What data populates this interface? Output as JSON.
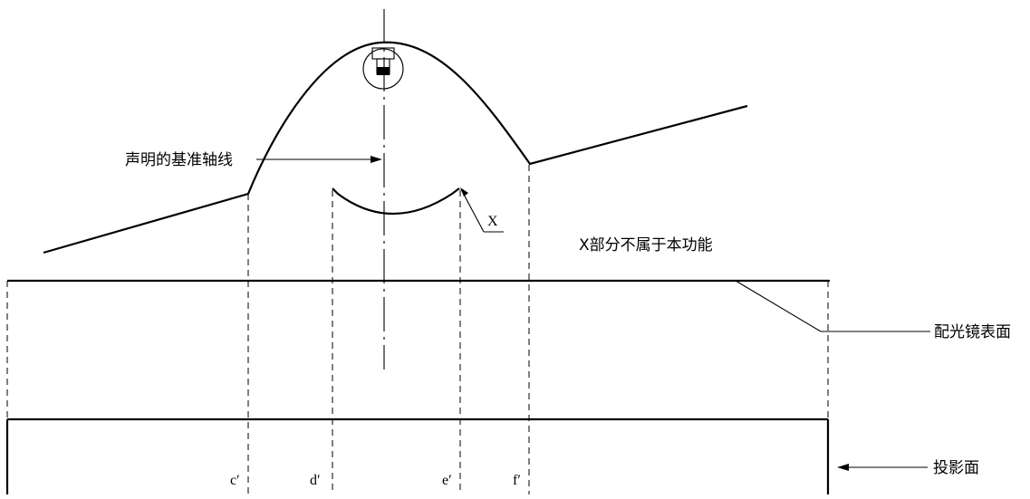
{
  "labels": {
    "reference_axis": "声明的基准轴线",
    "x_marker": "X",
    "x_note": "X部分不属于本功能",
    "lens_surface": "配光镜表面",
    "projection_plane": "投影面",
    "c_prime": "c′",
    "d_prime": "d′",
    "e_prime": "e′",
    "f_prime": "f′"
  }
}
